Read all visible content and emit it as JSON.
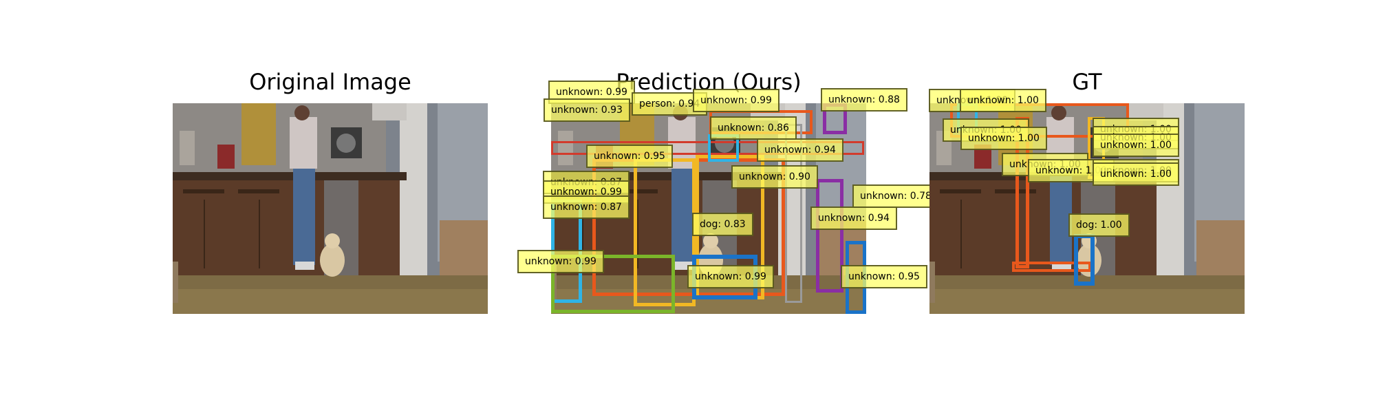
{
  "panels": [
    {
      "title": "Original Image"
    },
    {
      "title": "Prediction (Ours)"
    },
    {
      "title": "GT"
    }
  ],
  "colors": {
    "orange": "#e8581c",
    "cyan": "#2fb4e6",
    "yellow": "#f2b824",
    "green": "#7bb52a",
    "blue": "#1a73c8",
    "purple": "#8a2ea4",
    "red": "#d23b2c",
    "gray": "#9a9a9a"
  },
  "prediction": {
    "detections": [
      {
        "text": "unknown: 0.99"
      },
      {
        "text": "person: 0.94"
      },
      {
        "text": "unknown: 0.99"
      },
      {
        "text": "unknown: 0.88"
      },
      {
        "text": "unknown: 0.93"
      },
      {
        "text": "unknown: 0.86"
      },
      {
        "text": "unknown: 0.94"
      },
      {
        "text": "unknown: 0.95"
      },
      {
        "text": "unknown: 0.87"
      },
      {
        "text": "unknown: 0.99"
      },
      {
        "text": "unknown: 0.87"
      },
      {
        "text": "unknown: 0.90"
      },
      {
        "text": "unknown: 0.78"
      },
      {
        "text": "unknown: 0.94"
      },
      {
        "text": "dog: 0.83"
      },
      {
        "text": "unknown: 0.99"
      },
      {
        "text": "unknown: 0.99"
      },
      {
        "text": "unknown: 0.95"
      }
    ]
  },
  "gt": {
    "detections": [
      {
        "text": "unknown: 1.00"
      },
      {
        "text": "unknown: 1.00"
      },
      {
        "text": "unknown: 1.00"
      },
      {
        "text": "unknown: 1.00"
      },
      {
        "text": "unknown: 1.00"
      },
      {
        "text": "unknown: 1.00"
      },
      {
        "text": "unknown: 1.00"
      },
      {
        "text": "unknown: 1.00"
      },
      {
        "text": "unknown: 1.00"
      },
      {
        "text": "unknown: 1.00"
      },
      {
        "text": "unknown: 1.00"
      },
      {
        "text": "dog: 1.00"
      }
    ]
  }
}
